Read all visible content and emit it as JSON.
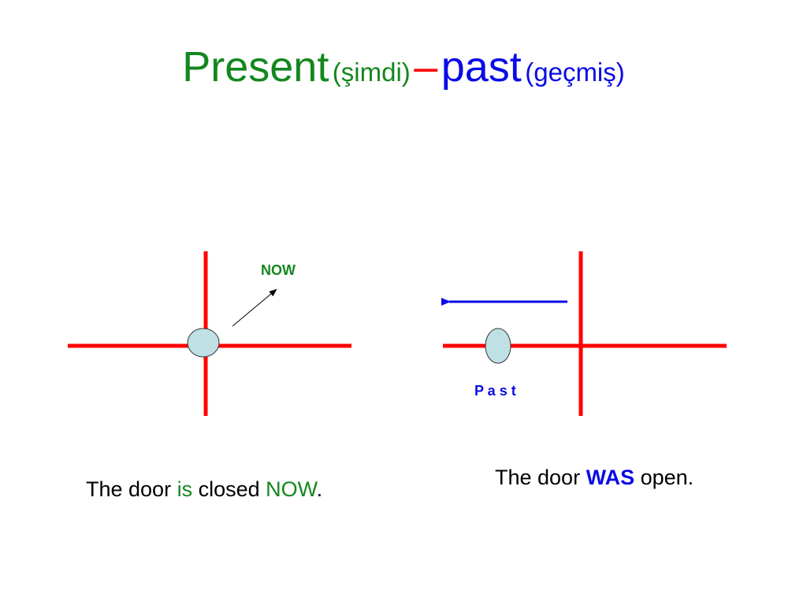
{
  "title": {
    "present": "Present",
    "present_tr": "(şimdi)",
    "dash": "–",
    "past": "past",
    "past_tr": "(geçmiş)"
  },
  "diagrams": {
    "present": {
      "label": "NOW"
    },
    "past": {
      "label": "P a s t"
    }
  },
  "sentences": {
    "present": {
      "part1": "The door ",
      "verb": "is",
      "part2": " closed ",
      "time": "NOW",
      "end": "."
    },
    "past": {
      "part1": "The door ",
      "verb": "WAS",
      "part2": " open."
    }
  },
  "colors": {
    "green": "#14871e",
    "blue": "#0b0be6",
    "red": "#ff0000",
    "circle_fill": "#bfe0e4"
  }
}
